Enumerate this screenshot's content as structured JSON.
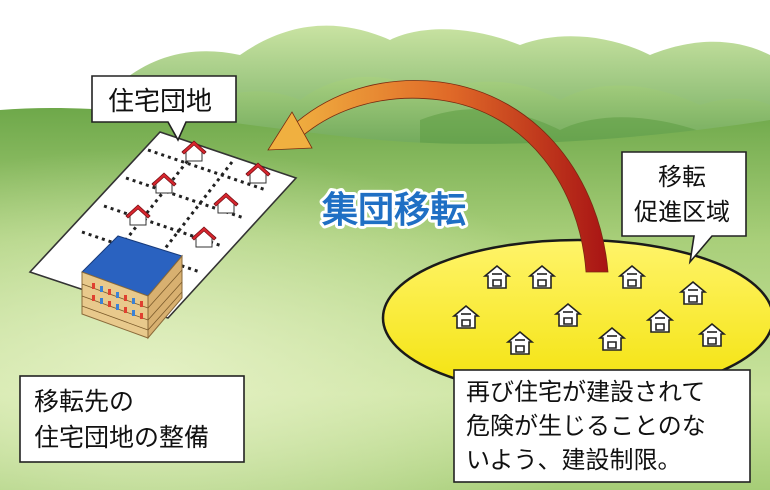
{
  "labels": {
    "housing_complex": "住宅団地",
    "relocation_area_line1": "移転",
    "relocation_area_line2": "促進区域",
    "group_relocation": "集団移転",
    "destination_line1": "移転先の",
    "destination_line2": "住宅団地の整備",
    "restriction_line1": "再び住宅が建設されて",
    "restriction_line2": "危険が生じることのな",
    "restriction_line3": "いよう、建設制限。"
  },
  "colors": {
    "ground_light": "#b9d98a",
    "ground_dark": "#5e9a3a",
    "mountain_light": "#b5d68e",
    "mountain_dark": "#3f8a3a",
    "zone_yellow": "#fbf03c",
    "zone_border": "#1a1a1a",
    "arrow_start": "#e8a33a",
    "arrow_end": "#b01414",
    "title_blue": "#1f6fc4",
    "roof_red": "#d8262e",
    "apartment_roof": "#2a62c0",
    "apartment_wall": "#e8c98c"
  }
}
